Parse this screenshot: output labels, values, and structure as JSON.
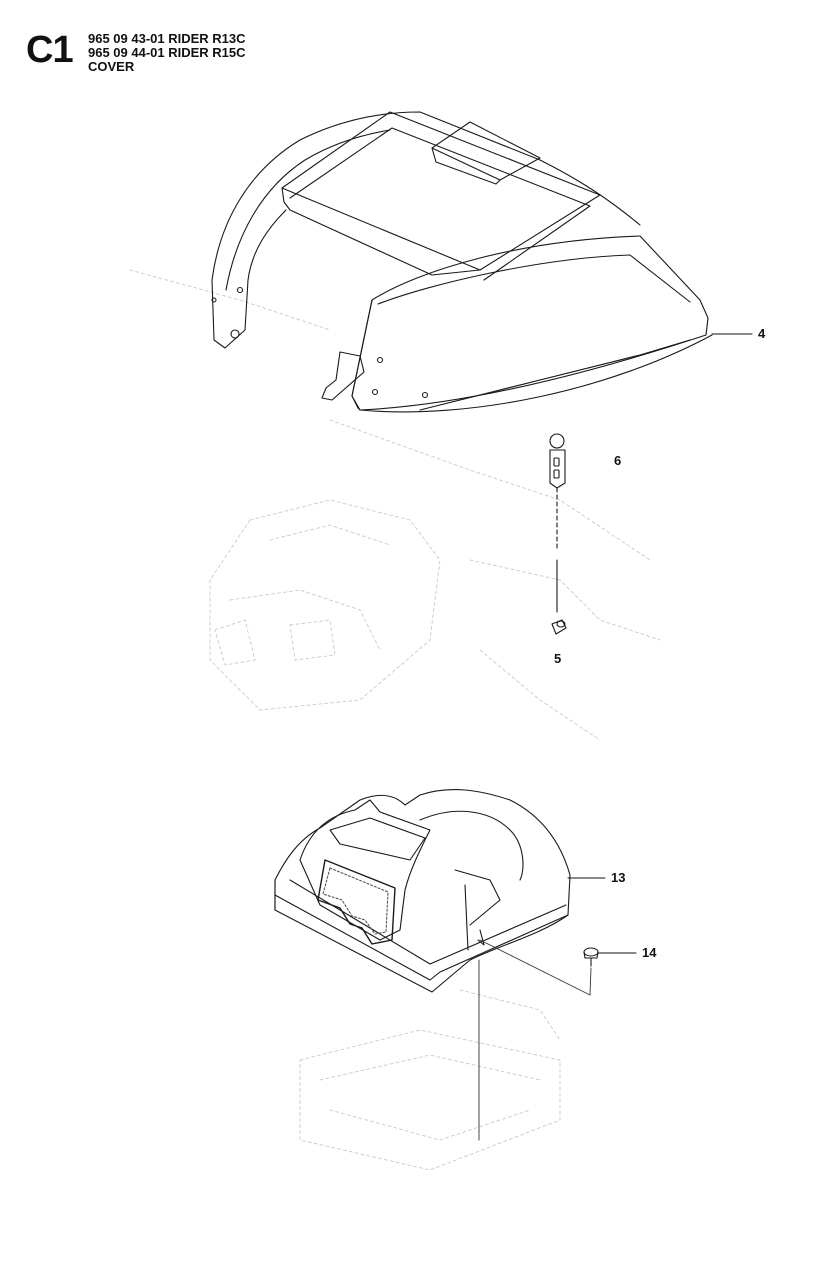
{
  "header": {
    "section_code": "C1",
    "lines": [
      "965 09 43-01 RIDER R13C",
      "965 09 44-01 RIDER R15C",
      "COVER"
    ]
  },
  "callouts": {
    "p4": "4",
    "p6": "6",
    "p5": "5",
    "p13": "13",
    "p14": "14"
  }
}
